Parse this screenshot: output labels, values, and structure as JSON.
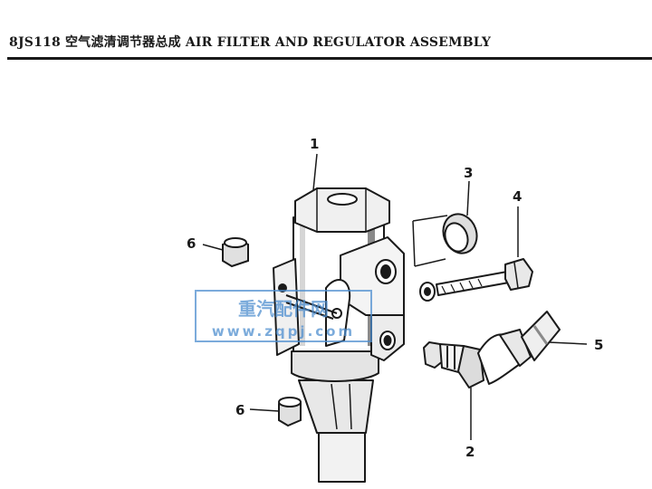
{
  "header": {
    "title": "8JS118 空气滤清调节器总成 AIR FILTER AND REGULATOR ASSEMBLY"
  },
  "callouts": {
    "c1": "1",
    "c2": "2",
    "c3": "3",
    "c4": "4",
    "c5": "5",
    "c6a": "6",
    "c6b": "6"
  },
  "watermark": {
    "line1": "重汽配件网",
    "line2": "www.zqpj.com",
    "color": "#4f8fd0"
  },
  "colors": {
    "ink": "#1a1a1a",
    "shade": "#8a8a8a",
    "light": "#d6d6d6"
  }
}
